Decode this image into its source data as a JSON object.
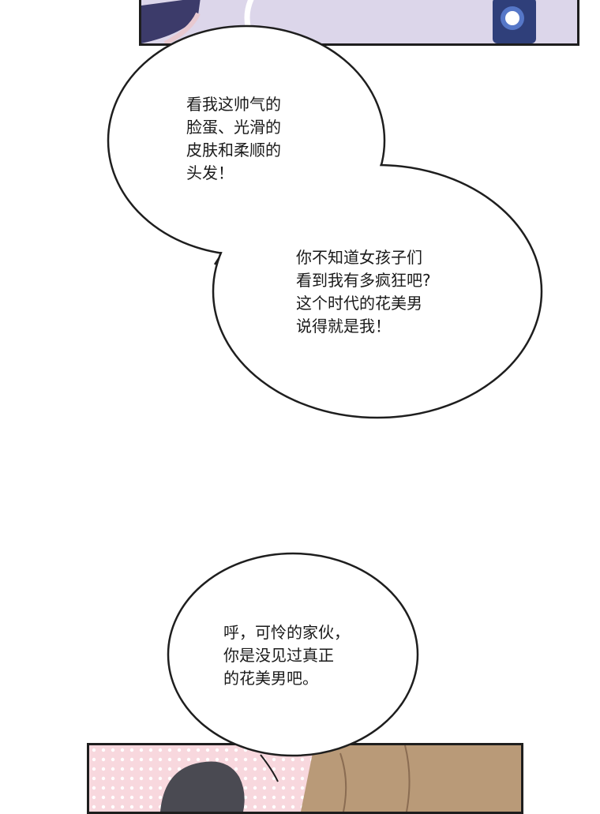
{
  "bubble_1": {
    "lines": [
      "看我这帅气的",
      "脸蛋、光滑的",
      "皮肤和柔顺的",
      "头发！"
    ]
  },
  "bubble_2": {
    "lines": [
      "你不知道女孩子们",
      "看到我有多疯狂吧?",
      "这个时代的花美男",
      "说得就是我！"
    ]
  },
  "bubble_3": {
    "lines": [
      "呼，可怜的家伙，",
      "你是没见过真正",
      "的花美男吧。"
    ]
  },
  "colors": {
    "panel_top_bg": "#dcd6ea",
    "panel_bottom_bg": "#f8d8de",
    "outline": "#1e1e1e",
    "hair_dark": "#4a4a52",
    "hair_brown": "#b99a78",
    "sleeve_dark": "#3c3b6a",
    "badge_blue": "#3a5ab8"
  }
}
